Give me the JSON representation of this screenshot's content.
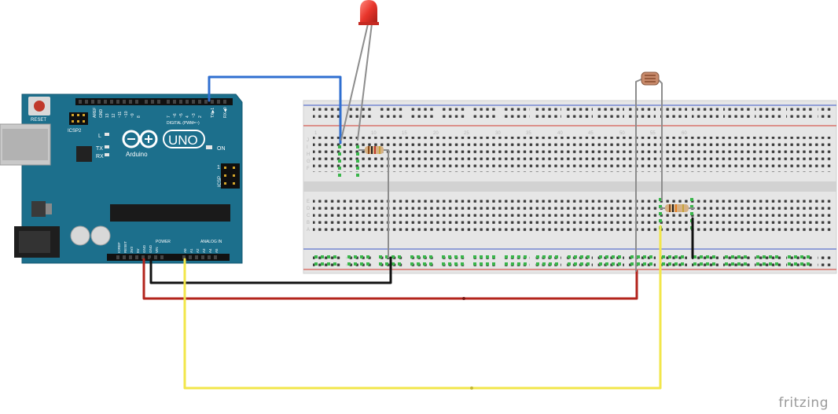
{
  "arduino": {
    "reset": "RESET",
    "icsp2": "ICSP2",
    "icsp": "ICSP",
    "digital": "DIGITAL (PWM=~)",
    "aref": "AREF",
    "gnd_top": "GND",
    "digital_pins": [
      "13",
      "12",
      "~11",
      "~10",
      "~9",
      "8",
      "7",
      "~6",
      "~5",
      "4",
      "~3",
      "2",
      "TX▶1",
      "RX◀0"
    ],
    "led_l": "L",
    "tx": "TX",
    "rx": "RX",
    "on": "ON",
    "uno": "UNO",
    "brand": "Arduino",
    "one": "1",
    "power": "POWER",
    "analog": "ANALOG IN",
    "power_pins": [
      "IOREF",
      "RESET",
      "3V3",
      "5V",
      "GND",
      "GND",
      "VIN"
    ],
    "analog_pins": [
      "A0",
      "A1",
      "A2",
      "A3",
      "A4",
      "A5"
    ]
  },
  "breadboard": {
    "row_letters_top": [
      "J",
      "I",
      "H",
      "G",
      "F"
    ],
    "row_letters_bottom": [
      "E",
      "D",
      "C",
      "B",
      "A"
    ],
    "col_numbers": [
      "1",
      "5",
      "10",
      "15",
      "20",
      "25",
      "30",
      "35",
      "40",
      "45",
      "50",
      "55",
      "60"
    ]
  },
  "colors": {
    "board": "#1c6f8c",
    "wire_blue": "#2f6fd0",
    "wire_red": "#b3241c",
    "wire_black": "#111111",
    "wire_yellow": "#f2e64a",
    "led": "#e8352b",
    "active_hole": "#39b54a"
  },
  "components": [
    "red-led",
    "led-resistor",
    "photoresistor",
    "ldr-resistor"
  ],
  "watermark": "fritzing"
}
